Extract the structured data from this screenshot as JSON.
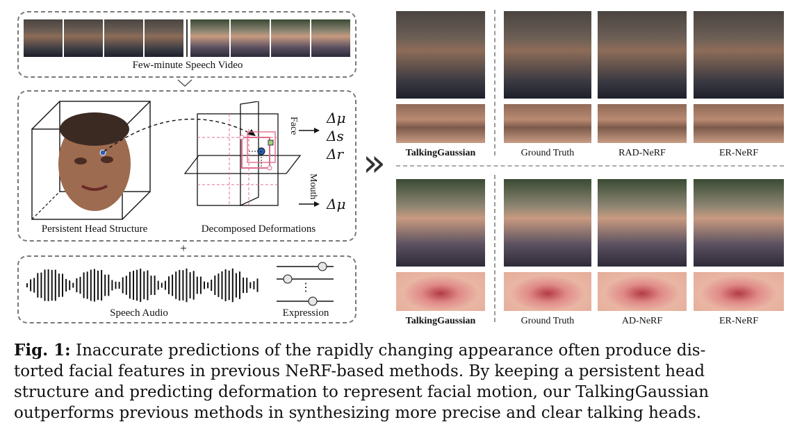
{
  "left_panel": {
    "video_label": "Few-minute Speech Video",
    "head_structure_label": "Persistent Head Structure",
    "deformations_label": "Decomposed Deformations",
    "face_label": "Face",
    "mouth_label": "Mouth",
    "face_deltas": [
      "Δμ",
      "Δs",
      "Δr"
    ],
    "mouth_delta": "Δμ",
    "plus": "+",
    "audio_label": "Speech Audio",
    "expression_label": "Expression",
    "expression_dots": "⋮"
  },
  "arrow_glyph": "»",
  "comparison": {
    "top_row_labels": [
      "TalkingGaussian",
      "Ground Truth",
      "RAD-NeRF",
      "ER-NeRF"
    ],
    "bottom_row_labels": [
      "TalkingGaussian",
      "Ground Truth",
      "AD-NeRF",
      "ER-NeRF"
    ]
  },
  "caption": {
    "prefix": "Fig. 1:",
    "line1": " Inaccurate predictions of the rapidly changing appearance often produce dis-",
    "line2": "torted facial features in previous NeRF-based methods. By keeping a persistent head",
    "line3": "structure and predicting deformation to represent facial motion, our TalkingGaussian",
    "line4": "outperforms previous methods in synthesizing more precise and clear talking heads."
  }
}
